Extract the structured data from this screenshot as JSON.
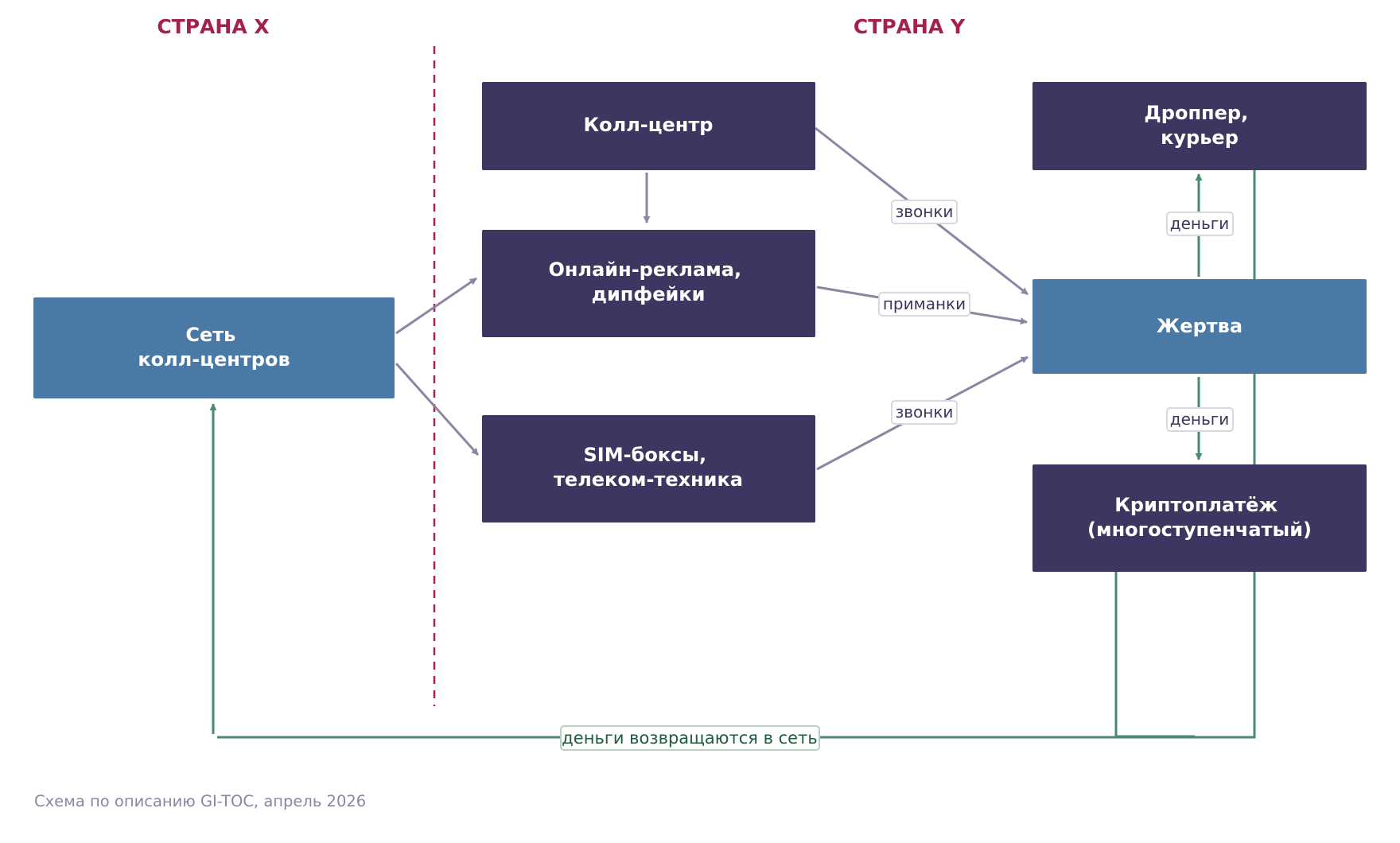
{
  "colors": {
    "country_label": "#a3204f",
    "divider": "#b01e4f",
    "node_dark": "#3d3660",
    "node_blue": "#4b79a5",
    "node_text": "#ffffff",
    "edge_gray": "#8a86a3",
    "money_green": "#4a8a6e",
    "money_text": "#1f5b3c",
    "label_border": "#d8d8de",
    "money_border": "#b9cfc2",
    "caption": "#8a86a3"
  },
  "countries": {
    "x": "СТРАНА X",
    "y": "СТРАНА Y"
  },
  "nodes": {
    "network": [
      "Сеть",
      "колл-центров"
    ],
    "callcenter": [
      "Колл-центр"
    ],
    "ads": [
      "Онлайн-реклама,",
      "дипфейки"
    ],
    "sim": [
      "SIM-боксы,",
      "телеком-техника"
    ],
    "dropper": [
      "Дроппер,",
      "курьер"
    ],
    "victim": [
      "Жертва"
    ],
    "crypto": [
      "Криптоплатёж",
      "(многоступенчатый)"
    ]
  },
  "edge_labels": {
    "calls_top": "звонки",
    "lures": "приманки",
    "calls_bottom": "звонки",
    "money_up": "деньги",
    "money_down": "деньги",
    "money_return": "деньги возвращаются в сеть"
  },
  "caption": "Схема по описанию GI-TOC, апрель 2026"
}
